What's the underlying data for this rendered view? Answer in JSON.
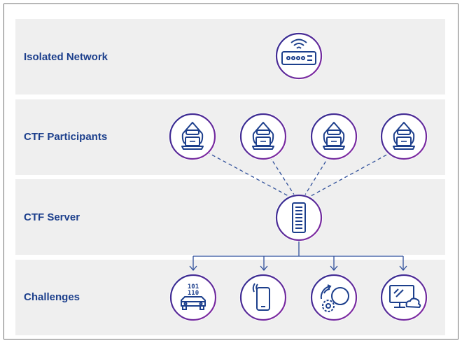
{
  "layers": {
    "isolated_network": "Isolated Network",
    "ctf_participants": "CTF Participants",
    "ctf_server": "CTF Server",
    "challenges": "Challenges"
  },
  "nodes": {
    "network": {
      "icon": "router-icon"
    },
    "participants": [
      {
        "icon": "hacker-laptop-icon"
      },
      {
        "icon": "hacker-laptop-icon"
      },
      {
        "icon": "hacker-laptop-icon"
      },
      {
        "icon": "hacker-laptop-icon"
      }
    ],
    "server": {
      "icon": "server-rack-icon"
    },
    "challenges": [
      {
        "icon": "car-binary-icon"
      },
      {
        "icon": "mobile-signal-icon"
      },
      {
        "icon": "gear-cycle-icon"
      },
      {
        "icon": "monitor-cloud-icon"
      }
    ]
  },
  "colors": {
    "band": "#efefef",
    "label": "#1c3f8c",
    "icon_stroke": "#1c3f8c",
    "ring_purple": "#8a2aa3",
    "ring_blue": "#2b2d8f",
    "connector": "#2f4f9a"
  }
}
